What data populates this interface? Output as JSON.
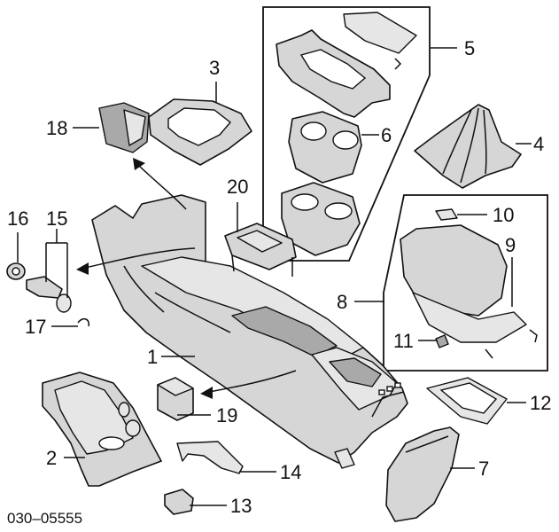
{
  "diagram": {
    "code": "030–05555",
    "callouts": [
      {
        "id": "c1",
        "text": "1"
      },
      {
        "id": "c2",
        "text": "2"
      },
      {
        "id": "c3",
        "text": "3"
      },
      {
        "id": "c4",
        "text": "4"
      },
      {
        "id": "c5",
        "text": "5"
      },
      {
        "id": "c6",
        "text": "6"
      },
      {
        "id": "c7",
        "text": "7"
      },
      {
        "id": "c8",
        "text": "8"
      },
      {
        "id": "c9",
        "text": "9"
      },
      {
        "id": "c10",
        "text": "10"
      },
      {
        "id": "c11",
        "text": "11"
      },
      {
        "id": "c12",
        "text": "12"
      },
      {
        "id": "c13",
        "text": "13"
      },
      {
        "id": "c14",
        "text": "14"
      },
      {
        "id": "c15",
        "text": "15"
      },
      {
        "id": "c16",
        "text": "16"
      },
      {
        "id": "c17",
        "text": "17"
      },
      {
        "id": "c18",
        "text": "18"
      },
      {
        "id": "c19",
        "text": "19"
      },
      {
        "id": "c20",
        "text": "20"
      }
    ]
  }
}
